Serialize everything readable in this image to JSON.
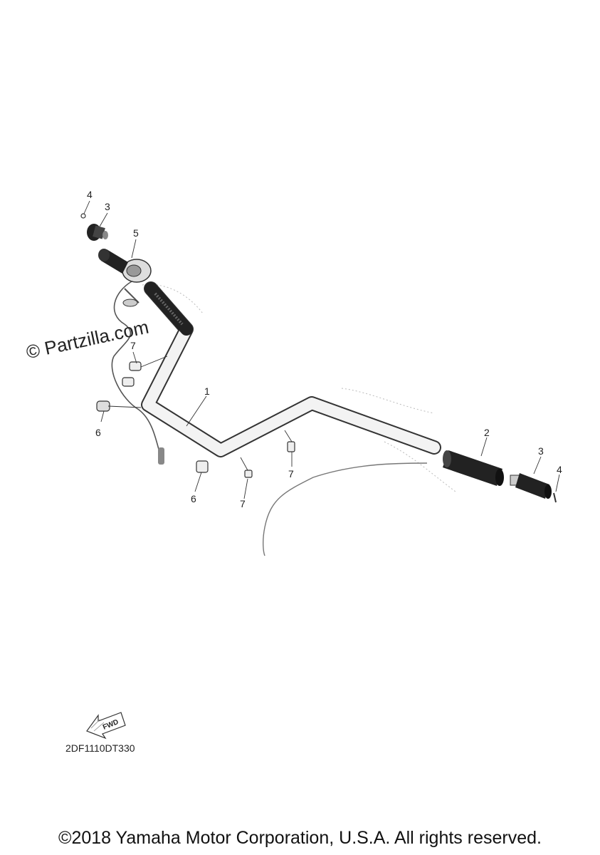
{
  "watermark": "© Partzilla.com",
  "diagram_code": "2DF1110DT330",
  "copyright": "©2018 Yamaha Motor Corporation, U.S.A. All rights reserved.",
  "fwd_label": "FWD",
  "callouts": {
    "c4_left": "4",
    "c3_left": "3",
    "c5": "5",
    "c7_top": "7",
    "c1": "1",
    "c6_left": "6",
    "c2": "2",
    "c3_right": "3",
    "c4_right": "4",
    "c7_mid": "7",
    "c6_bottom": "6",
    "c7_bottom": "7"
  }
}
